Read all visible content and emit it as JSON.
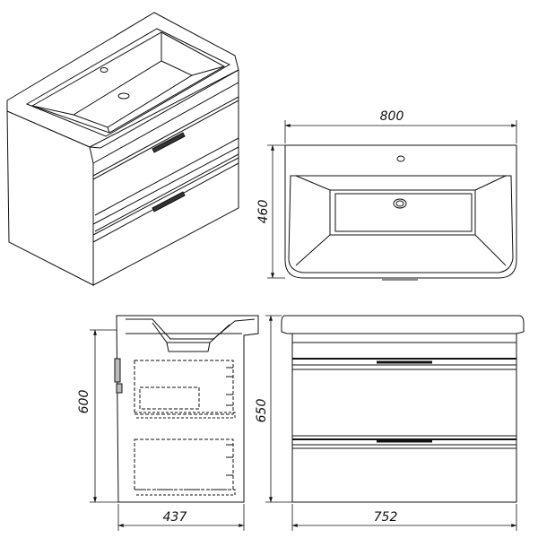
{
  "dimensions": {
    "top_width": "800",
    "top_depth": "460",
    "side_height": "600",
    "side_depth": "437",
    "front_height": "650",
    "front_width": "752"
  }
}
